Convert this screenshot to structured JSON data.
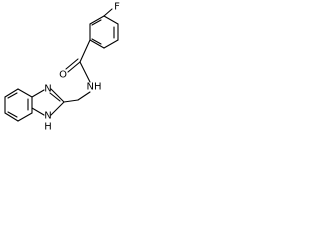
{
  "molecule": {
    "atoms": {
      "fluorine": "F",
      "carbonyl_oxygen": "O",
      "amide_nitrogen": "NH",
      "imidazole_nitrogen": "N",
      "imidazole_nh": "H",
      "imidazole_nh_n": "N"
    }
  }
}
